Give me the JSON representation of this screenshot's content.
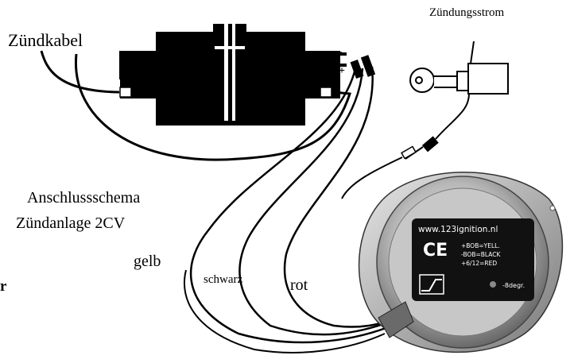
{
  "labels": {
    "zuendkabel": "Zündkabel",
    "zuendungsstrom": "Zündungsstrom",
    "title_line1": "Anschlussschema",
    "title_line2": "Zündanlage 2CV",
    "gelb": "gelb",
    "schwarz": "schwarz",
    "rot": "rot",
    "cut_off_letter": "r",
    "coil_minus": "-",
    "coil_plus": "+"
  },
  "device_plate": {
    "url": "www.123ignition.nl",
    "ce_mark": "CE",
    "line1": "+BOB=YELL.",
    "line2": "-BOB=BLACK",
    "line3": "+6/12=RED",
    "degree": "-8degr."
  },
  "colors": {
    "coil": "#000000",
    "wire": "#000000",
    "plate": "#111111",
    "metal_light": "#d9d9d9",
    "metal_dark": "#6f6f6f"
  }
}
